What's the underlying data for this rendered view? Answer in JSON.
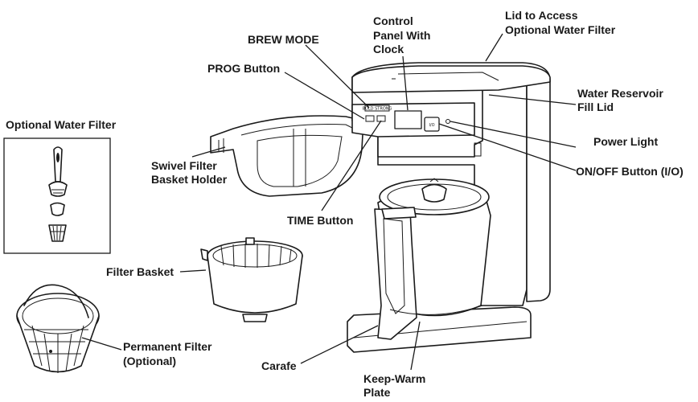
{
  "labels": {
    "optional_water_filter": "Optional Water Filter",
    "swivel_filter_1": "Swivel Filter",
    "swivel_filter_2": "Basket Holder",
    "filter_basket": "Filter Basket",
    "permanent_filter_1": "Permanent Filter",
    "permanent_filter_2": "(Optional)",
    "brew_mode": "BREW MODE",
    "prog_button": "PROG Button",
    "control_panel_1": "Control",
    "control_panel_2": "Panel With",
    "control_panel_3": "Clock",
    "lid_access_1": "Lid to Access",
    "lid_access_2": "Optional Water Filter",
    "water_reservoir_1": "Water Reservoir",
    "water_reservoir_2": "Fill Lid",
    "power_light": "Power Light",
    "on_off_button": "ON/OFF Button (I/O)",
    "time_button": "TIME Button",
    "carafe": "Carafe",
    "keep_warm_1": "Keep-Warm",
    "keep_warm_2": "Plate"
  },
  "panel_glyphs": {
    "brew_strength": "BOLD STRONG",
    "power_symbol": "I/O"
  }
}
